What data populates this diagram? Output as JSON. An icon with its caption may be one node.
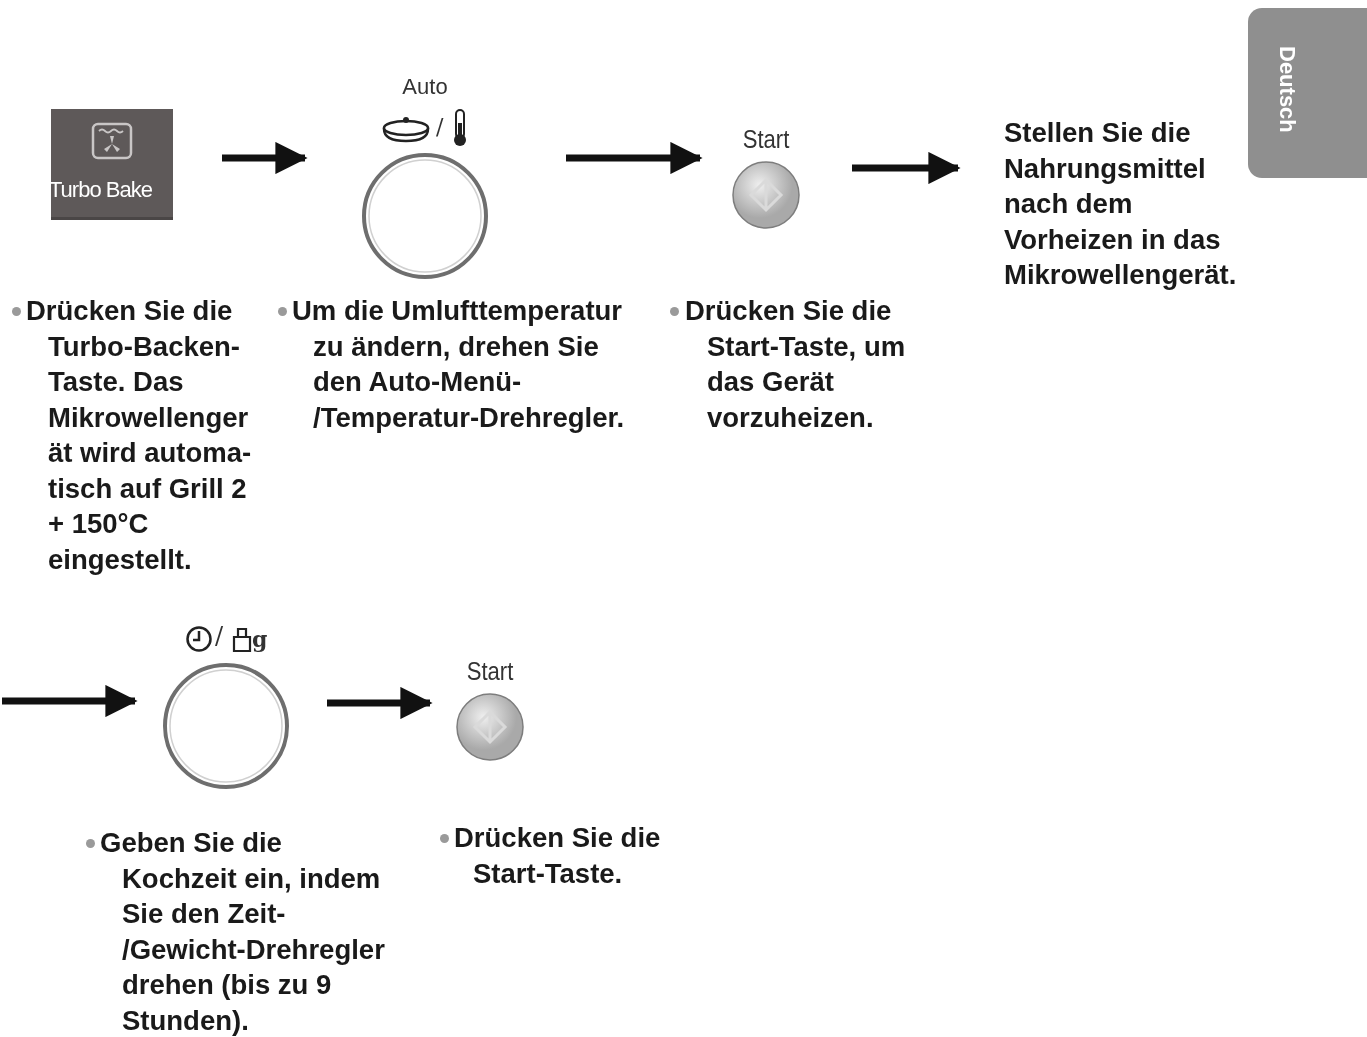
{
  "diagram": {
    "nodes": [
      {
        "text": [
          "Turbo Bake"
        ],
        "beside": [
          "Drücken Sie die Turbo-Backen- Taste. Das Mikrowellenger ät wird automa- tisch auf Grill 2 + 150°C eingestellt."
        ]
      },
      {
        "text": [
          "Auto"
        ],
        "beside": [
          "/",
          "Um die Umlufttemperatur zu ändern, drehen Sie den Auto-Menü- /Temperatur-Drehregler."
        ]
      },
      {
        "text": [
          "Start"
        ],
        "beside": [
          "Drücken Sie die Start-Taste, um das Gerät vorzuheizen."
        ]
      },
      {
        "text": [
          "Stellen Sie die Nahrungsmittel nach dem Vorheizen in das Mikrowellengerät."
        ]
      },
      {
        "text": [],
        "shape": "circle",
        "beside": [
          "/",
          "g",
          "Geben Sie die Kochzeit ein, indem Sie den Zeit- /Gewicht-Drehregler drehen (bis zu 9 Stunden)."
        ]
      },
      {
        "text": [
          "Start"
        ],
        "beside": [
          "Drücken Sie die Start-Taste."
        ]
      }
    ],
    "edges": [
      {
        "from": 0,
        "to": 1,
        "arrow": "to"
      },
      {
        "from": 1,
        "to": 2,
        "arrow": "to"
      },
      {
        "from": 2,
        "to": 3,
        "arrow": "to"
      },
      {
        "from": null,
        "to": 4,
        "arrow": "to"
      },
      {
        "from": 4,
        "to": 5,
        "arrow": "to"
      }
    ],
    "labels": [
      "Deutsch"
    ]
  }
}
